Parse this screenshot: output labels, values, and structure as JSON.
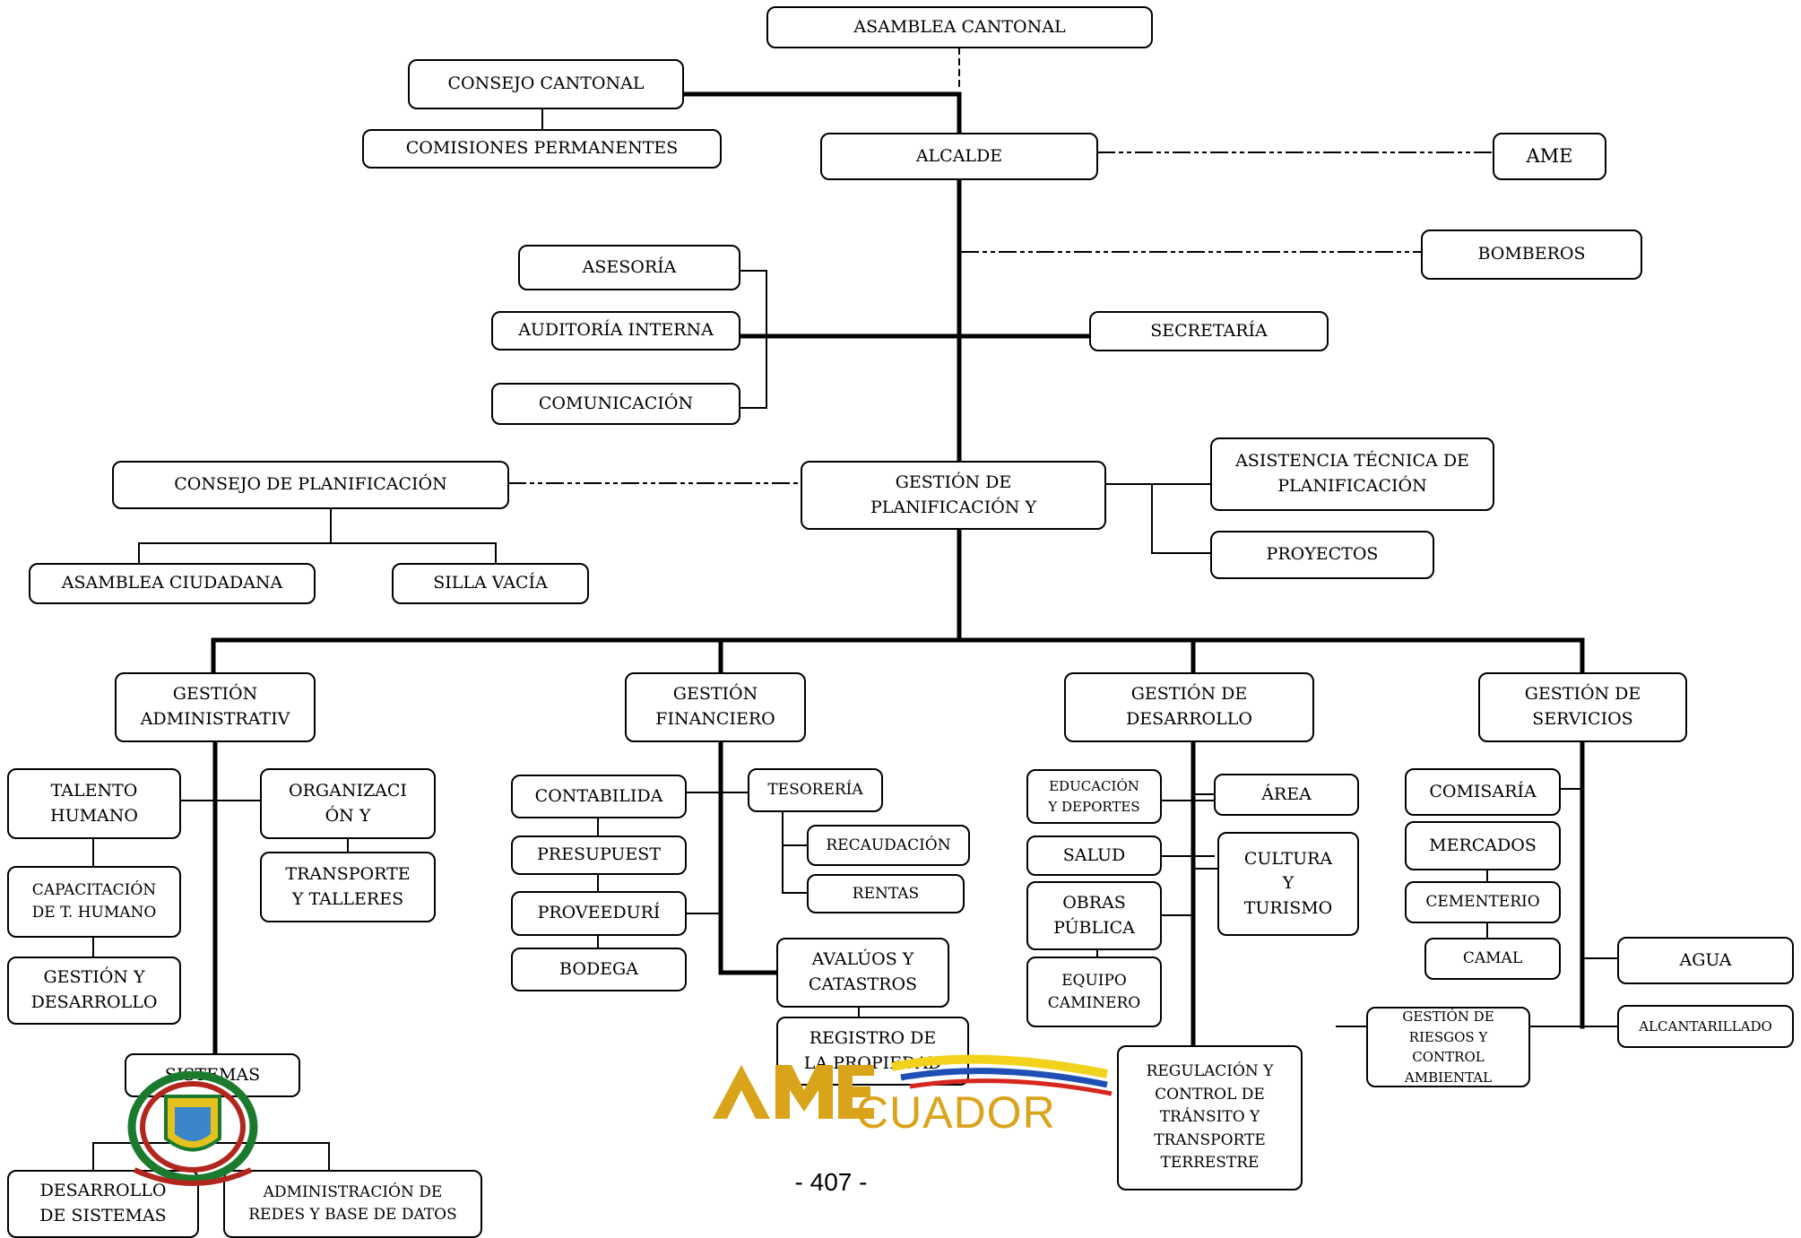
{
  "page_number": "- 407 -",
  "logo": {
    "text": "CUADOR",
    "colors": [
      "#d9a31a",
      "#f2d21b",
      "#1f4fb6",
      "#d7261e"
    ]
  },
  "crest": {
    "icon": "municipal-crest-icon",
    "colors": [
      "#1c7a2e",
      "#b3261e",
      "#e3c21e"
    ]
  },
  "nodes": {
    "asamblea_cantonal": "ASAMBLEA CANTONAL",
    "consejo_cantonal": "CONSEJO CANTONAL",
    "comisiones_permanentes": "COMISIONES PERMANENTES",
    "alcalde": "ALCALDE",
    "ame": "AME",
    "bomberos": "BOMBEROS",
    "asesoria": "ASESORÍA",
    "auditoria_interna": "AUDITORÍA INTERNA",
    "comunicacion": "COMUNICACIÓN",
    "secretaria": "SECRETARÍA",
    "consejo_planificacion": "CONSEJO DE PLANIFICACIÓN",
    "gestion_planificacion": "GESTIÓN DE\nPLANIFICACIÓN Y",
    "asistencia_tecnica": "ASISTENCIA TÉCNICA DE\nPLANIFICACIÓN",
    "proyectos": "PROYECTOS",
    "asamblea_ciudadana": "ASAMBLEA CIUDADANA",
    "silla_vacia": "SILLA VACÍA",
    "gestion_administrativa": "GESTIÓN\nADMINISTRATIV",
    "gestion_financiero": "GESTIÓN\nFINANCIERO",
    "gestion_desarrollo": "GESTIÓN DE\nDESARROLLO",
    "gestion_servicios": "GESTIÓN DE\nSERVICIOS",
    "talento_humano": "TALENTO\nHUMANO",
    "organizacion": "ORGANIZACI\nÓN Y",
    "capacitacion": "CAPACITACIÓN\nDE T. HUMANO",
    "transporte_talleres": "TRANSPORTE\nY TALLERES",
    "gestion_y_desarrollo": "GESTIÓN Y\nDESARROLLO",
    "sistemas": "SISTEMAS",
    "desarrollo_sistemas": "DESARROLLO\nDE SISTEMAS",
    "administracion_redes": "ADMINISTRACIÓN DE\nREDES Y  BASE DE DATOS",
    "contabilidad": "CONTABILIDA",
    "presupuesto": "PRESUPUEST",
    "proveeduria": "PROVEEDURÍ",
    "bodega": "BODEGA",
    "tesoreria": "TESORERÍA",
    "recaudacion": "RECAUDACIÓN",
    "rentas": "RENTAS",
    "avaluos_catastros": "AVALÚOS Y\nCATASTROS",
    "registro_propiedad": "REGISTRO DE\nLA PROPIEDAD",
    "educacion_deportes": "EDUCACIÓN\nY DEPORTES",
    "salud": "SALUD",
    "obras_publicas": "OBRAS\nPÚBLICA",
    "equipo_caminero": "EQUIPO\nCAMINERO",
    "area": "ÁREA",
    "cultura_turismo": "CULTURA\nY\nTURISMO",
    "regulacion_transito": "REGULACIÓN Y\nCONTROL DE\nTRÁNSITO Y\nTRANSPORTE\nTERRESTRE",
    "comisaria": "COMISARÍA",
    "mercados": "MERCADOS",
    "cementerio": "CEMENTERIO",
    "camal": "CAMAL",
    "gestion_riesgos": "GESTIÓN DE\nRIESGOS Y CONTROL\nAMBIENTAL",
    "agua": "AGUA",
    "alcantarillado": "ALCANTARILLADO"
  }
}
